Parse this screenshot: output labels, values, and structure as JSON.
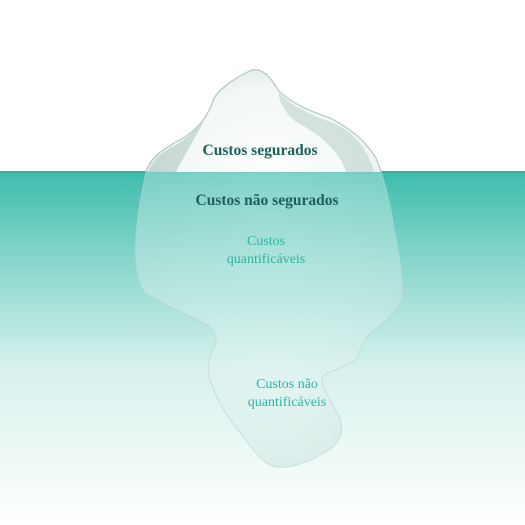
{
  "diagram": {
    "colors": {
      "water_top": "#3dbcad",
      "water_bottom": "#ffffff",
      "iceberg_fill": "#ffffff",
      "label_dark": "#1f5f5b",
      "label_light": "#2fb3a4"
    },
    "labels": {
      "above_water": "Custos segurados",
      "below_water": "Custos não segurados",
      "quantifiable": {
        "line1": "Custos",
        "line2": "quantificáveis"
      },
      "non_quantifiable": {
        "line1": "Custos não",
        "line2": "quantificáveis"
      }
    }
  }
}
